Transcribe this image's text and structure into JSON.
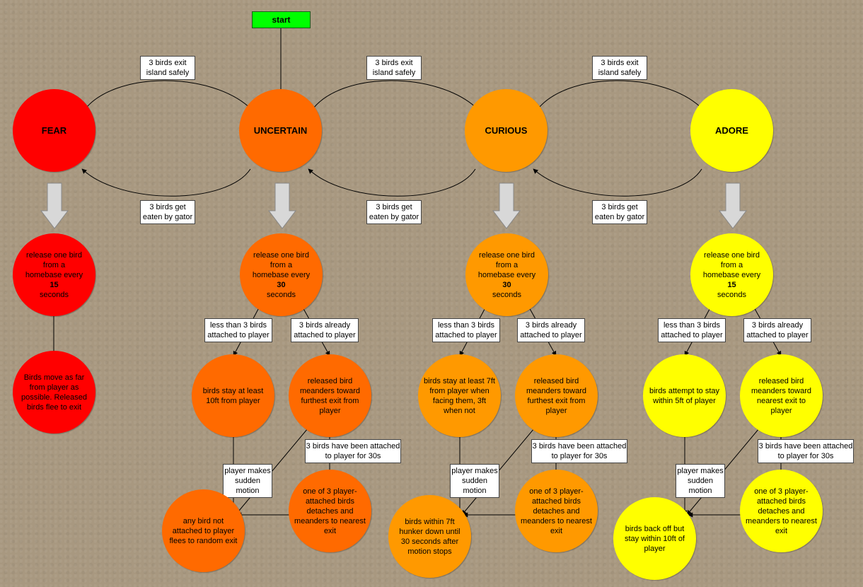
{
  "start_label": "start",
  "colors": {
    "fear": "#ff0000",
    "uncertain": "#ff6a00",
    "curious": "#ff9900",
    "adore": "#ffff00"
  },
  "states": {
    "fear": "FEAR",
    "uncertain": "UNCERTAIN",
    "curious": "CURIOUS",
    "adore": "ADORE"
  },
  "transitions": {
    "exit_safely": "3 birds exit island safely",
    "eaten": "3 birds get eaten by gator"
  },
  "release": {
    "prefix": "release one bird from a homebase every",
    "fear_sec": "15",
    "uncertain_sec": "30",
    "curious_sec": "30",
    "adore_sec": "15",
    "suffix": "seconds"
  },
  "fear_behavior": "Birds move as far from player as possible. Released birds flee to exit",
  "conditions": {
    "less_than_3": "less than 3 birds attached to player",
    "already_3": "3 birds already attached to player",
    "attached_30s": "3 birds have been attached to player for 30s",
    "sudden_motion": "player makes sudden motion"
  },
  "uncertain_nodes": {
    "stay": "birds stay at least 10ft from player",
    "meander": "released bird meanders toward furthest exit from player",
    "detach": "one of 3 player-attached birds detaches and meanders to nearest exit",
    "flee": "any bird not attached to player flees to random exit"
  },
  "curious_nodes": {
    "stay": "birds stay at least 7ft from player when facing them, 3ft when not",
    "meander": "released bird meanders toward furthest exit from player",
    "detach": "one of 3 player-attached birds detaches and meanders to nearest exit",
    "hunker": "birds within 7ft hunker down until 30 seconds after motion stops"
  },
  "adore_nodes": {
    "stay": "birds attempt to stay within 5ft of player",
    "meander": "released bird meanders toward nearest exit to player",
    "detach": "one of 3 player-attached birds detaches and meanders to nearest exit",
    "backoff": "birds back off but stay within 10ft of player"
  }
}
